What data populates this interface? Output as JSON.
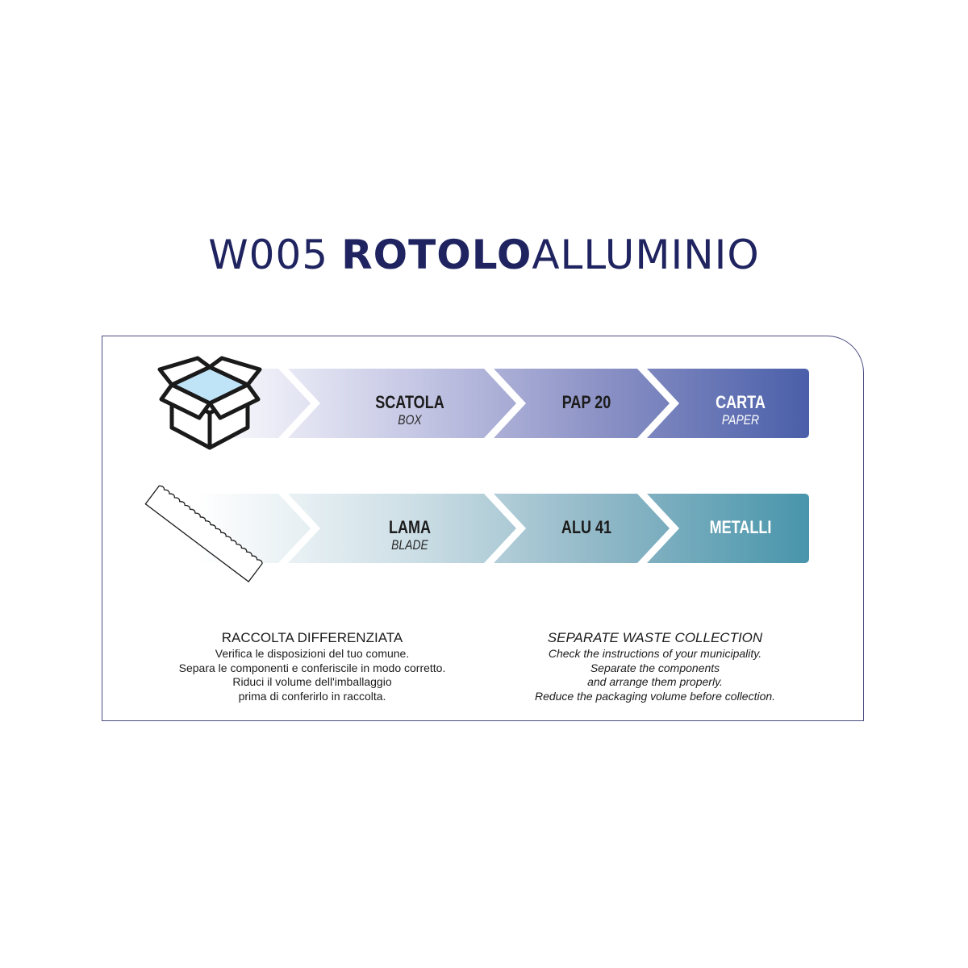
{
  "title": {
    "code": "W005",
    "name_bold": "ROTOLO",
    "name_light": "ALLUMINIO"
  },
  "rows": [
    {
      "icon": "box-icon",
      "component": "SCATOLA",
      "component_en": "BOX",
      "code": "PAP 20",
      "material": "CARTA",
      "material_en": "PAPER",
      "color_start": "#ffffff",
      "color_end": "#4a5fa9"
    },
    {
      "icon": "blade-icon",
      "component": "LAMA",
      "component_en": "BLADE",
      "code": "ALU 41",
      "material": "METALLI",
      "color_start": "#ffffff",
      "color_end": "#4895ab"
    }
  ],
  "info_it": {
    "heading": "RACCOLTA DIFFERENZIATA",
    "lines": [
      "Verifica le disposizioni del tuo comune.",
      "Separa le componenti e conferiscile in modo corretto.",
      "Riduci il volume dell'imballaggio",
      "prima di conferirlo in raccolta."
    ]
  },
  "info_en": {
    "heading": "SEPARATE WASTE COLLECTION",
    "lines": [
      "Check the instructions of your municipality.",
      "Separate the components",
      "and arrange them properly.",
      "Reduce the packaging volume before collection."
    ]
  }
}
